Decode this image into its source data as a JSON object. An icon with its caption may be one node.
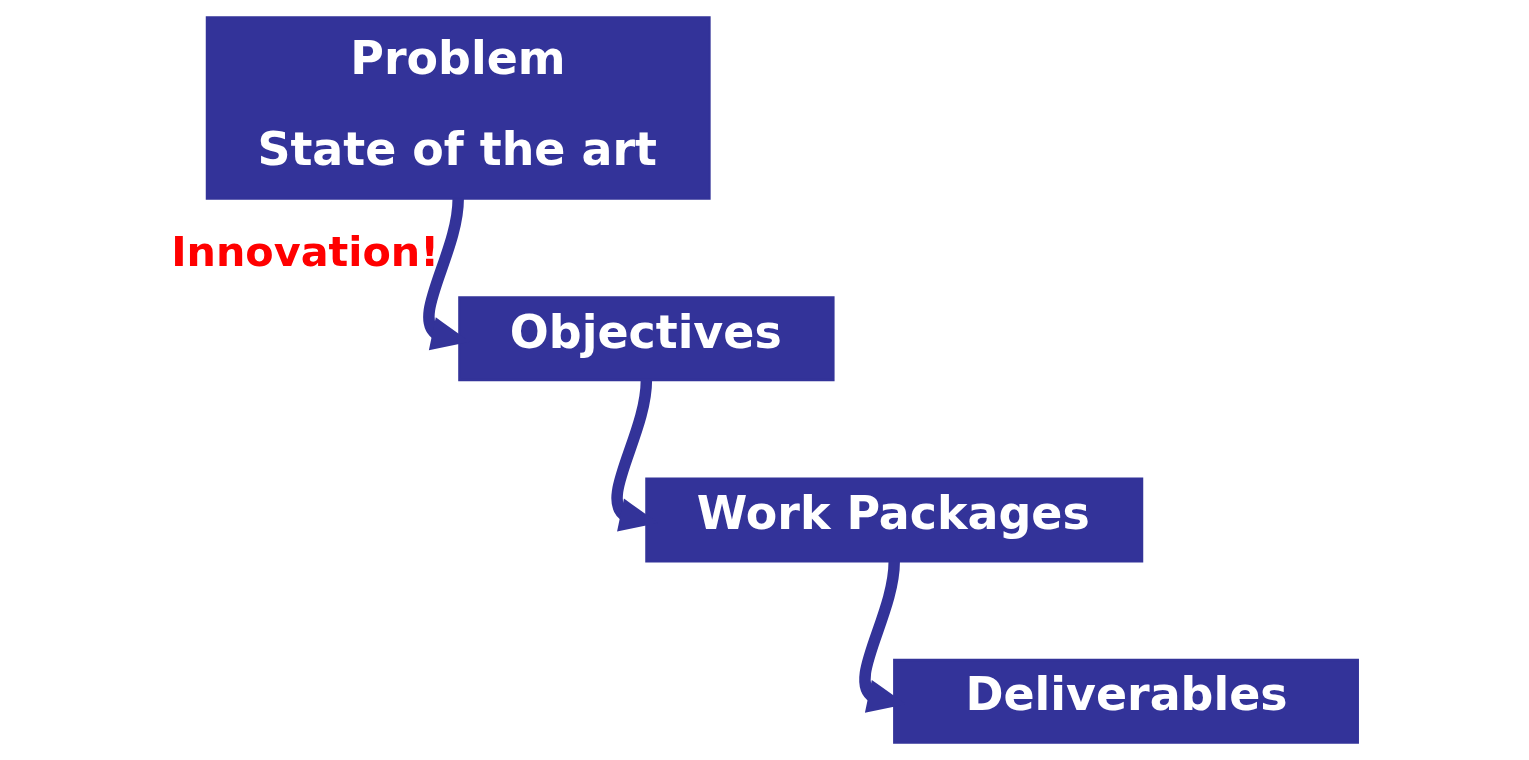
{
  "diagram": {
    "nodes": [
      {
        "text": [
          "Problem",
          "State of the art"
        ]
      },
      {
        "text": [
          "Objectives"
        ]
      },
      {
        "text": [
          "Work Packages"
        ]
      },
      {
        "text": [
          "Deliverables"
        ]
      }
    ],
    "edges": [
      {
        "from": 0,
        "to": 1,
        "arrow": "to",
        "label": "Innovation!"
      },
      {
        "from": 1,
        "to": 2,
        "arrow": "to"
      },
      {
        "from": 2,
        "to": 3,
        "arrow": "to"
      }
    ]
  }
}
